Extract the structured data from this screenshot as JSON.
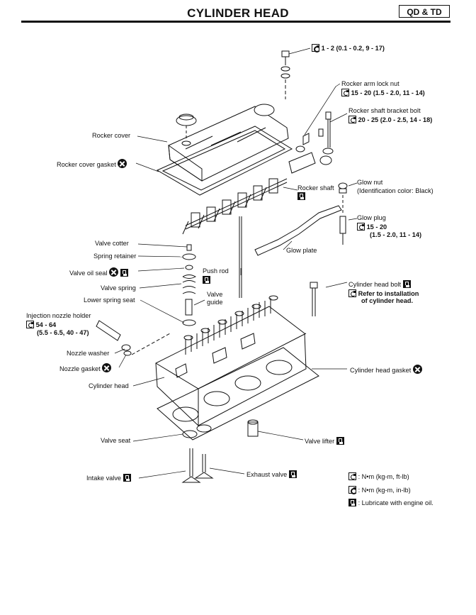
{
  "header": {
    "title": "CYLINDER HEAD",
    "engine_tag": "QD & TD"
  },
  "torques": {
    "top_bolt": "1 - 2 (0.1 - 0.2, 9 - 17)",
    "rocker_arm_lock_nut": "15 - 20 (1.5 - 2.0, 11 - 14)",
    "rocker_shaft_bracket_bolt": "20 - 25 (2.0 - 2.5, 14 - 18)",
    "glow_plug_1": "15 - 20",
    "glow_plug_2": "(1.5 - 2.0, 11 - 14)",
    "nozzle_holder_1": "54 - 64",
    "nozzle_holder_2": "(5.5 - 6.5, 40 - 47)"
  },
  "labels": {
    "rocker_arm_lock_nut": "Rocker arm lock nut",
    "rocker_shaft_bracket_bolt": "Rocker shaft bracket bolt",
    "rocker_cover": "Rocker cover",
    "rocker_cover_gasket": "Rocker cover gasket",
    "rocker_shaft": "Rocker shaft",
    "glow_nut": "Glow nut",
    "glow_nut_note": "(Identification color: Black)",
    "glow_plug": "Glow plug",
    "glow_plate": "Glow plate",
    "valve_cotter": "Valve cotter",
    "spring_retainer": "Spring retainer",
    "valve_oil_seal": "Valve oil seal",
    "push_rod": "Push rod",
    "valve_spring": "Valve spring",
    "lower_spring_seat": "Lower spring seat",
    "valve_guide_1": "Valve",
    "valve_guide_2": "guide",
    "cylinder_head_bolt": "Cylinder head bolt",
    "refer_install_1": "Refer to installation",
    "refer_install_2": "of cylinder head.",
    "injection_nozzle_holder": "Injection nozzle holder",
    "nozzle_washer": "Nozzle washer",
    "nozzle_gasket": "Nozzle gasket",
    "cylinder_head": "Cylinder head",
    "cylinder_head_gasket": "Cylinder head gasket",
    "valve_seat": "Valve seat",
    "valve_lifter": "Valve lifter",
    "exhaust_valve": "Exhaust valve",
    "intake_valve": "Intake valve"
  },
  "legend": {
    "nm_ft": ": N•m (kg-m, ft-lb)",
    "nm_in": ": N•m (kg-m, in-lb)",
    "lubricate": ": Lubricate with engine oil."
  }
}
